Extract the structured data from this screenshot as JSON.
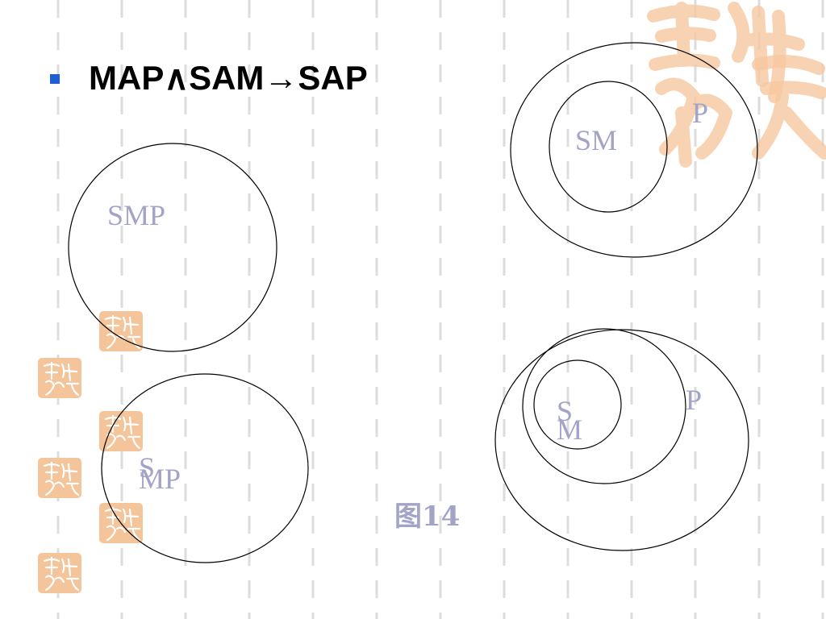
{
  "slide": {
    "title": "MAP∧SAM→SAP",
    "bullet_color": "#1f5fd0"
  },
  "diagram": {
    "label_color": "#a3a3c8",
    "figures": [
      {
        "labels": [
          "SMP"
        ]
      },
      {
        "labels": [
          "S",
          "MP"
        ]
      },
      {
        "labels": [
          "SM",
          "P"
        ]
      },
      {
        "labels": [
          "S",
          "M",
          "P"
        ]
      }
    ],
    "caption": "图14"
  },
  "decoration": {
    "seal_color": "#f4c49b",
    "icons": [
      "seal-stamp-icon"
    ]
  }
}
